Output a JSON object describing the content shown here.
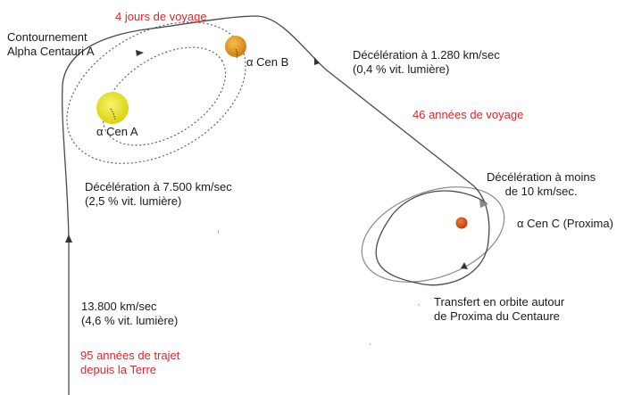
{
  "labels": {
    "travel_time_b": "4 jours de voyage",
    "flyby_line1": "Contournement",
    "flyby_line2": "Alpha Centauri A",
    "star_b": "α Cen B",
    "star_a": "α Cen A",
    "decel_b_line1": "Décélération à 1.280 km/sec",
    "decel_b_line2": "(0,4 % vit. lumière)",
    "travel_time_c": "46 années de voyage",
    "decel_a_line1": "Décélération à 7.500 km/sec",
    "decel_a_line2": "(2,5 % vit. lumière)",
    "decel_c_line1": "Décélération à moins",
    "decel_c_line2": "de 10 km/sec.",
    "star_c": "α Cen C (Proxima)",
    "orbit_line1": "Transfert en orbite autour",
    "orbit_line2": "de Proxima du Centaure",
    "initial_speed_line1": "13.800 km/sec",
    "initial_speed_line2": "(4,6 % vit. lumière)",
    "travel_time_earth_line1": "95 années de trajet",
    "travel_time_earth_line2": "depuis la Terre"
  },
  "colors": {
    "annotation_red": "#e0262b",
    "trajectory": "#4a4a4a",
    "orbit_dotted": "#555555",
    "orbit_proxima": "#8a8a8a",
    "star_a": "#e8e21f",
    "star_b": "#e49a1c",
    "star_c": "#d9541c"
  }
}
